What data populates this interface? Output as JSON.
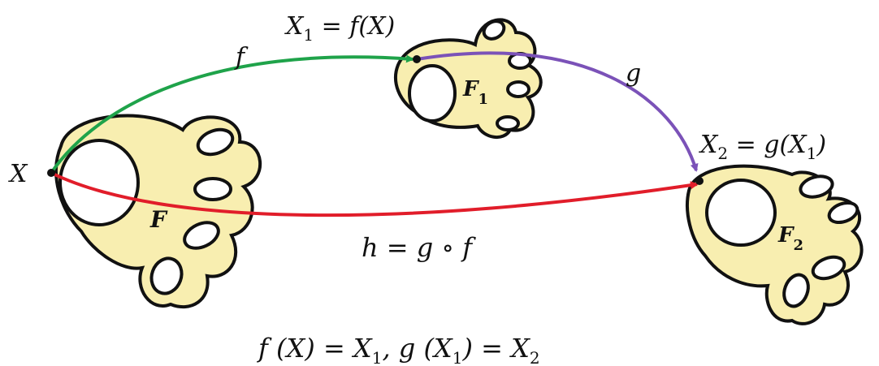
{
  "colors": {
    "shape_fill": "#f8eeb0",
    "shape_stroke": "#111111",
    "hole_fill": "#ffffff",
    "f_arrow": "#1fa34a",
    "g_arrow": "#7b52b8",
    "h_arrow": "#e11d2a",
    "text": "#111111"
  },
  "labels": {
    "point_x": "X",
    "shape_f": "F",
    "shape_f1": "F",
    "shape_f1_sub": "1",
    "shape_f2": "F",
    "shape_f2_sub": "2",
    "point_x1_pre": "X",
    "point_x1_sub": "1",
    "point_x1_post": " = f(X)",
    "point_x2_pre": "X",
    "point_x2_sub": "2",
    "point_x2_mid": " = g(X",
    "point_x2_sub2": "1",
    "point_x2_post": ")",
    "arrow_f": "f",
    "arrow_g": "g",
    "arrow_h": "h = g ∘ f",
    "eq_part1": "f (X) = X",
    "eq_sub1": "1",
    "eq_part2": ", g (X",
    "eq_sub2": "1",
    "eq_part3": ") = X",
    "eq_sub3": "2"
  }
}
